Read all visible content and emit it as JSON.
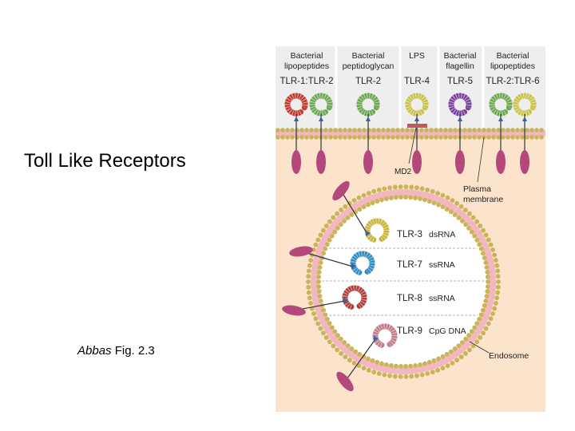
{
  "slide": {
    "title": "Toll Like Receptors",
    "caption_italic": "Abbas",
    "caption_rest": " Fig. 2.3"
  },
  "figure": {
    "surface_receptors": [
      {
        "ligand_line1": "Bacterial",
        "ligand_line2": "lipopeptides",
        "receptor": "TLR-1:TLR-2",
        "colors": [
          "#c0392b",
          "#6aa84f"
        ]
      },
      {
        "ligand_line1": "Bacterial",
        "ligand_line2": "peptidoglycan",
        "receptor": "TLR-2",
        "colors": [
          "#6aa84f"
        ]
      },
      {
        "ligand_line1": "LPS",
        "ligand_line2": "",
        "receptor": "TLR-4",
        "colors": [
          "#c8c24a"
        ]
      },
      {
        "ligand_line1": "Bacterial",
        "ligand_line2": "flagellin",
        "receptor": "TLR-5",
        "colors": [
          "#7b3f9e"
        ]
      },
      {
        "ligand_line1": "Bacterial",
        "ligand_line2": "lipopeptides",
        "receptor": "TLR-2:TLR-6",
        "colors": [
          "#6aa84f",
          "#c8c24a"
        ]
      }
    ],
    "labels": {
      "md2": "MD2",
      "plasma_line1": "Plasma",
      "plasma_line2": "membrane",
      "endosome": "Endosome"
    },
    "endosomal_receptors": [
      {
        "receptor": "TLR-3",
        "ligand": "dsRNA",
        "color": "#c8b43a"
      },
      {
        "receptor": "TLR-7",
        "ligand": "ssRNA",
        "color": "#2e8bbf"
      },
      {
        "receptor": "TLR-8",
        "ligand": "ssRNA",
        "color": "#b03a3a"
      },
      {
        "receptor": "TLR-9",
        "ligand": "CpG DNA",
        "color": "#c47a86"
      }
    ],
    "colors": {
      "cytoplasm": "#fbe3cc",
      "extracellular": "#eeeeee",
      "membrane_bead": "#c9b45a",
      "membrane_core": "#f2b8c0",
      "tir_domain": "#b5487a",
      "endosome_lumen": "#ffffff"
    }
  }
}
